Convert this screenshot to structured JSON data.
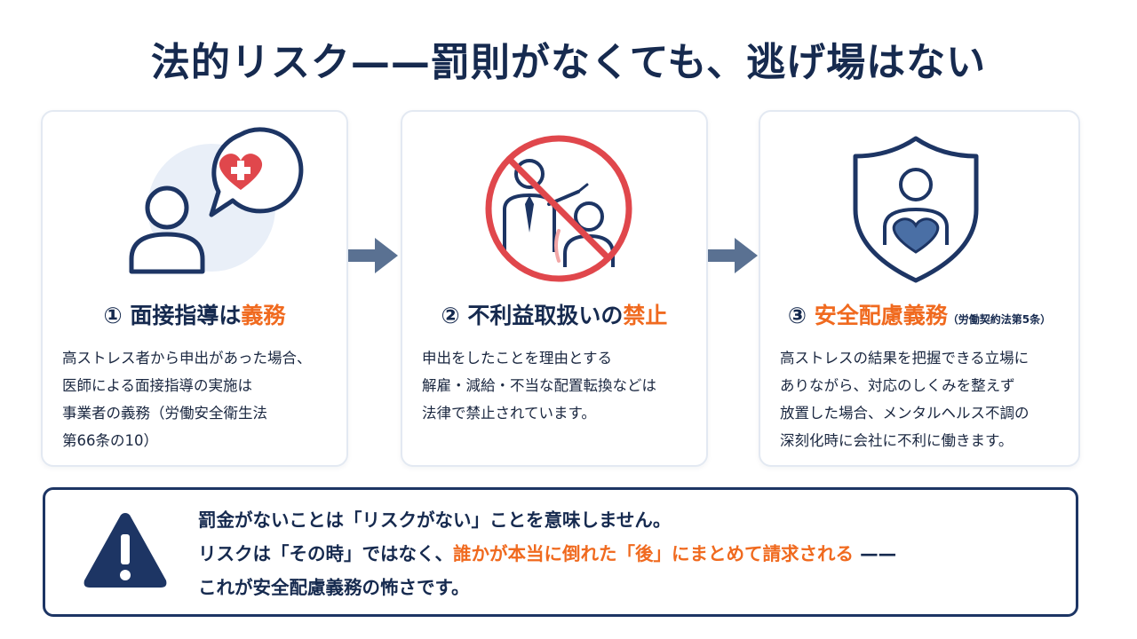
{
  "title": "法的リスク——罰則がなくても、逃げ場はない",
  "colors": {
    "navy": "#1d3564",
    "accent": "#f06a1f",
    "prohibit_red": "#e0474c",
    "arrow": "#5a7192",
    "heart_blue": "#4a6fa5"
  },
  "cards": [
    {
      "icon": "counseling-heart-icon",
      "heading_prefix": "① 面接指導は",
      "heading_accent": "義務",
      "heading_note": "",
      "body": [
        "高ストレス者から申出があった場合、",
        "医師による面接指導の実施は",
        "事業者の義務（労働安全衛生法",
        "第66条の10）"
      ]
    },
    {
      "icon": "prohibited-unfair-treatment-icon",
      "heading_prefix": "② 不利益取扱いの",
      "heading_accent": "禁止",
      "heading_note": "",
      "body": [
        "申出をしたことを理由とする",
        "解雇・減給・不当な配置転換などは",
        "法律で禁止されています。"
      ]
    },
    {
      "icon": "shield-heart-icon",
      "heading_prefix": "③ ",
      "heading_accent": "安全配慮義務",
      "heading_note": "（労働契約法第5条）",
      "body": [
        "高ストレスの結果を把握できる立場に",
        "ありながら、対応のしくみを整えず",
        "放置した場合、メンタルヘルス不調の",
        "深刻化時に会社に不利に働きます。"
      ]
    }
  ],
  "alert": {
    "icon": "warning-icon",
    "line1": "罰金がないことは「リスクがない」ことを意味しません。",
    "line2_prefix": "リスクは「その時」ではなく、",
    "line2_accent": "誰かが本当に倒れた「後」にまとめて請求される",
    "line2_suffix": " ——",
    "line3": "これが安全配慮義務の怖さです。"
  }
}
